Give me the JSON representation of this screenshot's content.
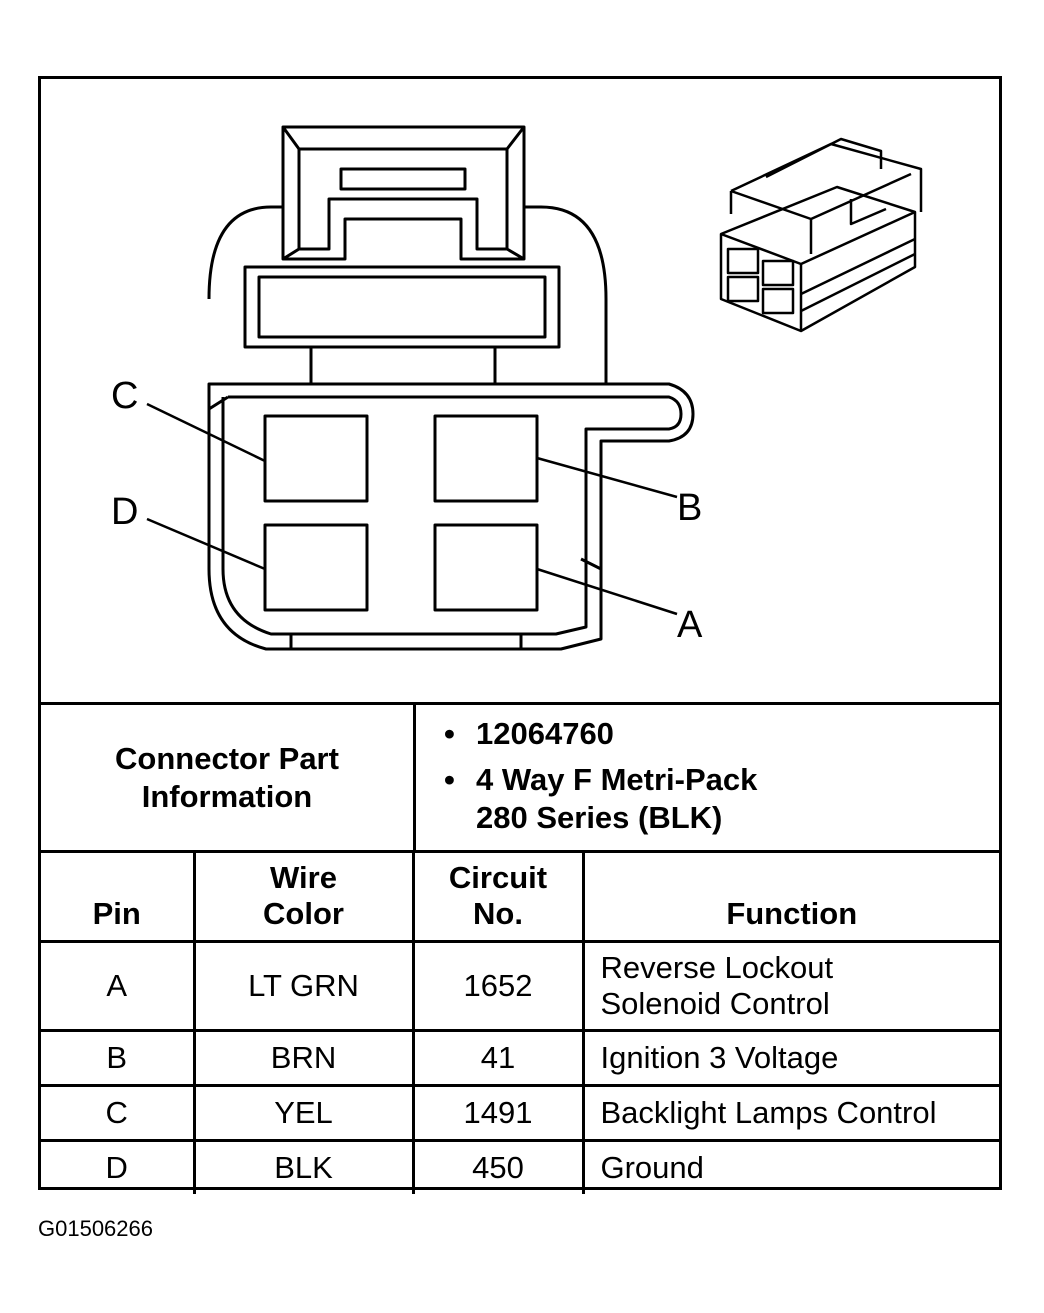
{
  "diagram": {
    "pin_labels": [
      "C",
      "B",
      "D",
      "A"
    ]
  },
  "connector": {
    "label": "Connector Part Information",
    "part_number": "12064760",
    "description_line1": "4 Way F Metri-Pack",
    "description_line2": "280 Series (BLK)"
  },
  "table": {
    "headers": {
      "pin": "Pin",
      "wire_color": "Wire Color",
      "circuit_no": "Circuit No.",
      "function": "Function"
    },
    "rows": [
      {
        "pin": "A",
        "wire_color": "LT GRN",
        "circuit_no": "1652",
        "function": "Reverse Lockout Solenoid Control"
      },
      {
        "pin": "B",
        "wire_color": "BRN",
        "circuit_no": "41",
        "function": "Ignition 3 Voltage"
      },
      {
        "pin": "C",
        "wire_color": "YEL",
        "circuit_no": "1491",
        "function": "Backlight Lamps Control"
      },
      {
        "pin": "D",
        "wire_color": "BLK",
        "circuit_no": "450",
        "function": "Ground"
      }
    ]
  },
  "figure_id": "G01506266"
}
